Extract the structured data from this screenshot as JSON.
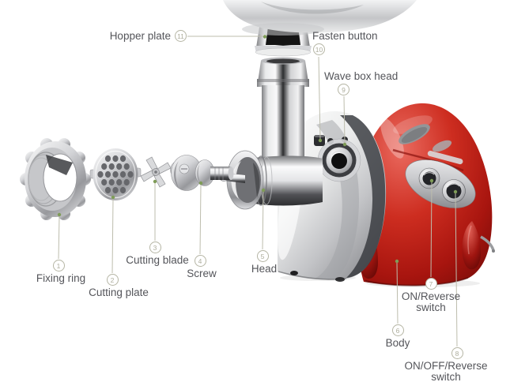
{
  "parts": [
    {
      "id": "fixing-ring",
      "number": "1",
      "label": "Fixing ring"
    },
    {
      "id": "cutting-plate",
      "number": "2",
      "label": "Cutting plate"
    },
    {
      "id": "cutting-blade",
      "number": "3",
      "label": "Cutting blade"
    },
    {
      "id": "screw",
      "number": "4",
      "label": "Screw"
    },
    {
      "id": "head",
      "number": "5",
      "label": "Head"
    },
    {
      "id": "body",
      "number": "6",
      "label": "Body"
    },
    {
      "id": "on-reverse-switch",
      "number": "7",
      "label": "ON/Reverse switch"
    },
    {
      "id": "on-off-reverse-switch",
      "number": "8",
      "label": "ON/OFF/Reverse switch"
    },
    {
      "id": "wave-box-head",
      "number": "9",
      "label": "Wave box head"
    },
    {
      "id": "fasten-button",
      "number": "10",
      "label": "Fasten button"
    },
    {
      "id": "hopper-plate",
      "number": "11",
      "label": "Hopper plate"
    }
  ],
  "colors": {
    "body_red": "#c62b1f",
    "metal_silver": "#d4d5d8",
    "leader_line": "#bdbdad",
    "marker_dot_green": "#7f9c58",
    "label_text": "#54555a",
    "badge_outline": "#b5b5a4",
    "background": "#ffffff"
  }
}
